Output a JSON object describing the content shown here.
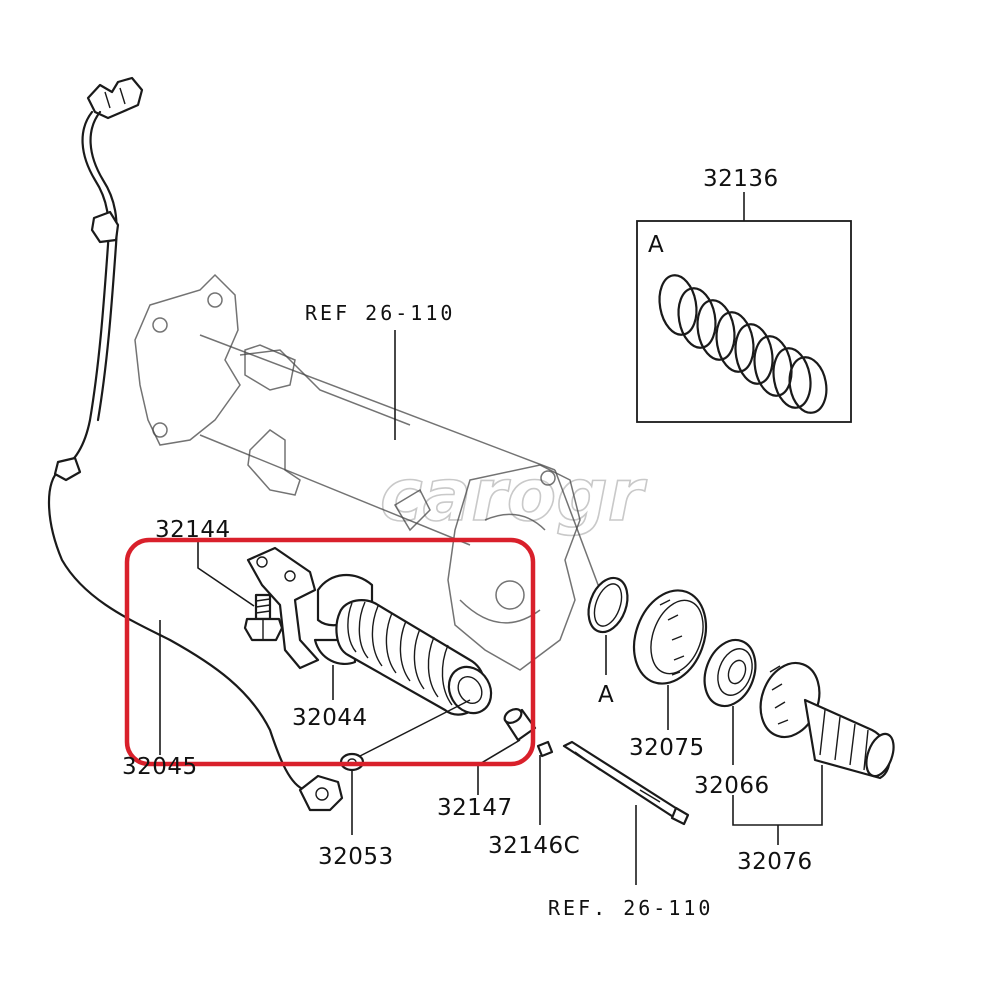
{
  "labels": {
    "p32136": "32136",
    "p32144": "32144",
    "p32044": "32044",
    "p32045": "32045",
    "p32053": "32053",
    "p32147": "32147",
    "p32146c": "32146C",
    "p32075": "32075",
    "p32066": "32066",
    "p32076": "32076",
    "ref_top": "REF 26-110",
    "ref_bottom": "REF. 26-110",
    "view_a_box": "A",
    "view_a_marker": "A"
  },
  "watermark": "carogr",
  "colors": {
    "highlight": "#d9202b",
    "line": "#1a1a1a"
  }
}
